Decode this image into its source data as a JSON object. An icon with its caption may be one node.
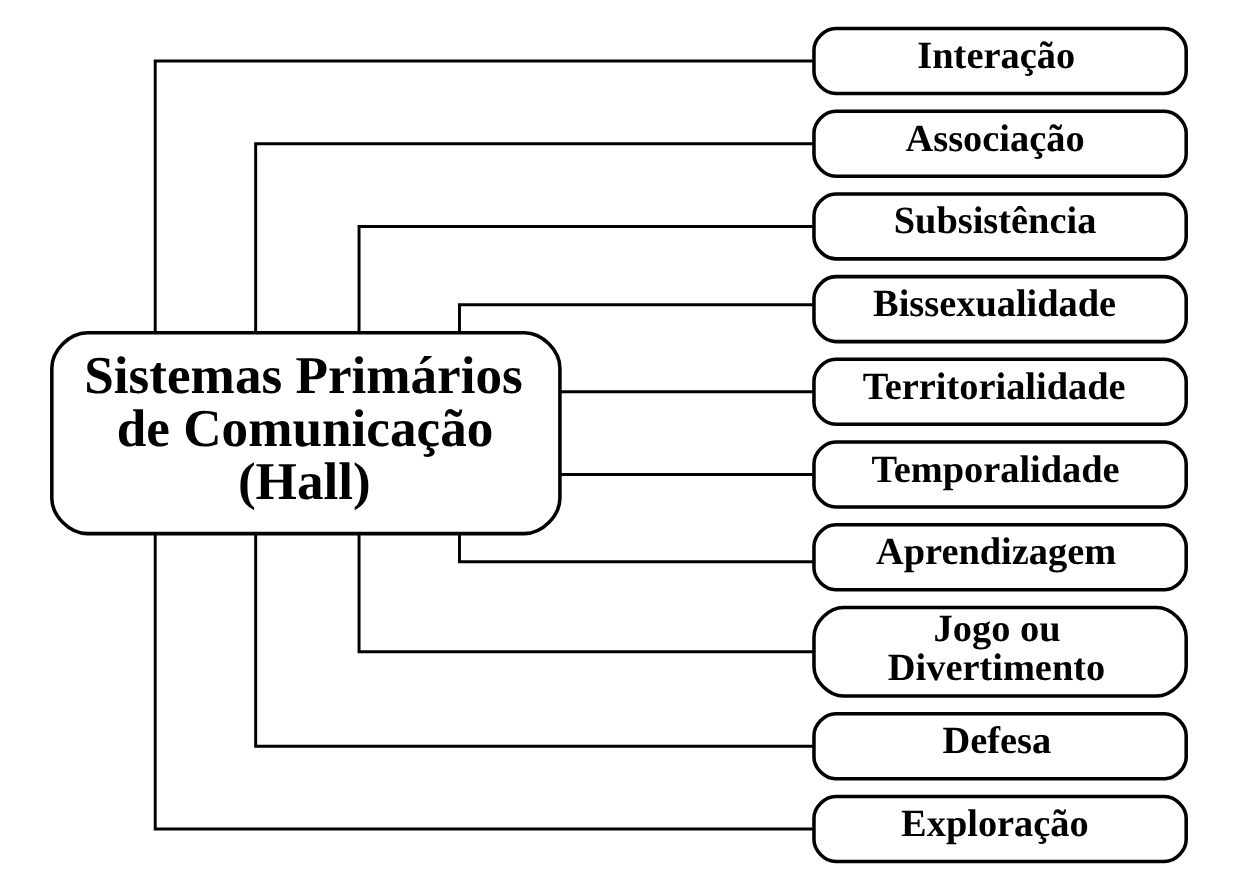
{
  "diagram": {
    "nodes": [
      {
        "text": [
          "Sistemas Primários de Comunicação (Hall)"
        ]
      },
      {
        "text": [
          "Interação"
        ]
      },
      {
        "text": [
          "Associação"
        ]
      },
      {
        "text": [
          "Subsistência"
        ]
      },
      {
        "text": [
          "Bissexualidade"
        ]
      },
      {
        "text": [
          "Territorialidade"
        ]
      },
      {
        "text": [
          "Temporalidade"
        ]
      },
      {
        "text": [
          "Aprendizagem"
        ]
      },
      {
        "text": [
          "Jogo ou Divertimento"
        ]
      },
      {
        "text": [
          "Defesa"
        ]
      },
      {
        "text": [
          "Exploração"
        ]
      }
    ],
    "edges": [
      {
        "from": 0,
        "to": 1,
        "arrow": "none"
      },
      {
        "from": 0,
        "to": 2,
        "arrow": "none"
      },
      {
        "from": 0,
        "to": 3,
        "arrow": "none"
      },
      {
        "from": 0,
        "to": 4,
        "arrow": "none"
      },
      {
        "from": 0,
        "to": 5,
        "arrow": "none"
      },
      {
        "from": 0,
        "to": 6,
        "arrow": "none"
      },
      {
        "from": 0,
        "to": 7,
        "arrow": "none"
      },
      {
        "from": 0,
        "to": 8,
        "arrow": "none"
      },
      {
        "from": 0,
        "to": 9,
        "arrow": "none"
      },
      {
        "from": 0,
        "to": 10,
        "arrow": "none"
      }
    ]
  }
}
